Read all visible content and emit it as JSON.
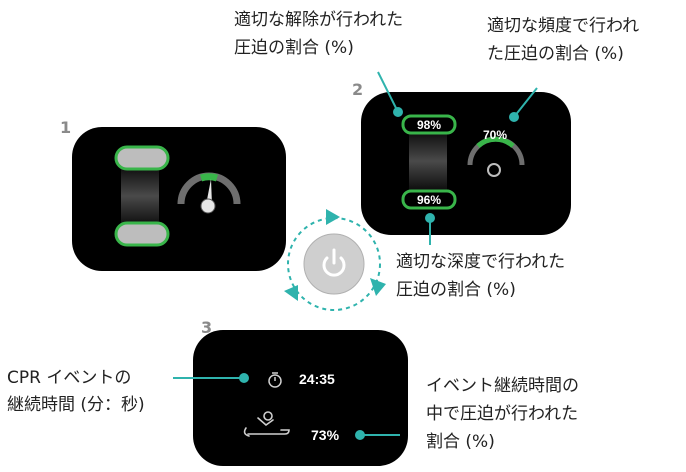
{
  "step_numbers": [
    "1",
    "2",
    "3"
  ],
  "callouts": {
    "release": [
      "適切な解除が行われた",
      "圧迫の割合 (%)"
    ],
    "rate": [
      "適切な頻度で行われ",
      "た圧迫の割合 (%)"
    ],
    "depth": [
      "適切な深度で行われた",
      "圧迫の割合 (%)"
    ],
    "duration": [
      "CPR イベントの",
      "継続時間 (分：秒)"
    ],
    "fraction": [
      "イベント継続時間の",
      "中で圧迫が行われた",
      "割合 (%)"
    ]
  },
  "panel2": {
    "release_pct": "98%",
    "rate_pct": "70%",
    "depth_pct": "96%"
  },
  "panel3": {
    "duration": "24:35",
    "compression_fraction": "73%"
  },
  "icons": [
    "power-icon",
    "stopwatch-icon",
    "cpr-person-icon",
    "rate-gauge-icon"
  ],
  "colors": {
    "accent_teal": "#2fb3ad",
    "ok_green": "#39b54a",
    "panel": "#000000",
    "indicator_gray": "#bdbdbd"
  }
}
